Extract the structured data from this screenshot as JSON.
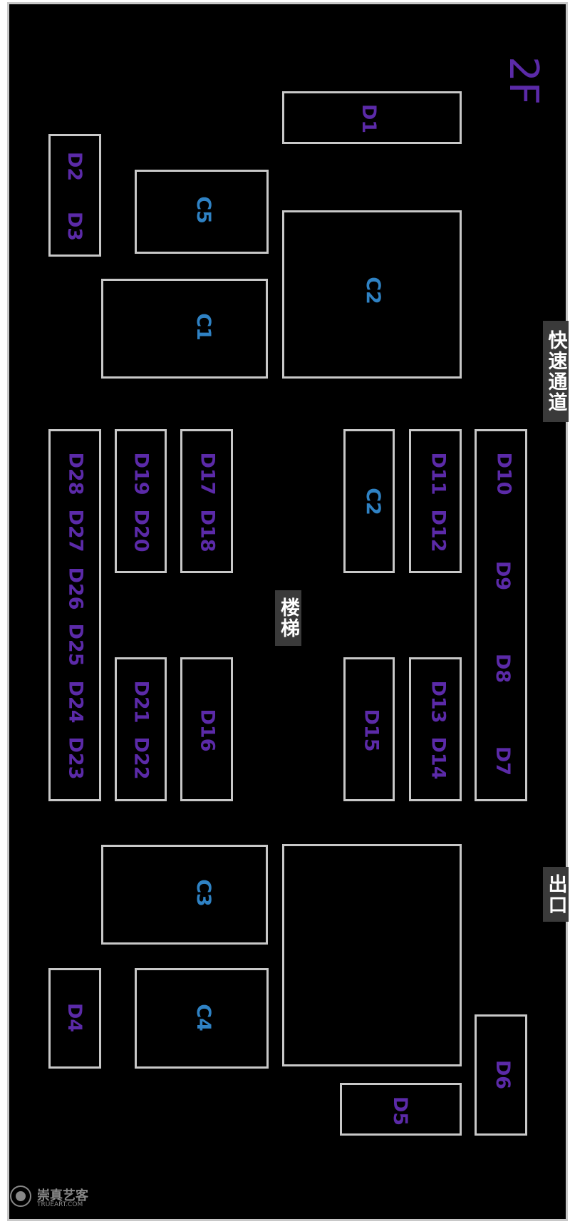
{
  "floor": "2F",
  "booths": {
    "d1": "D1",
    "d2": "D2",
    "d3": "D3",
    "d4": "D4",
    "d5": "D5",
    "d6": "D6",
    "d7": "D7",
    "d8": "D8",
    "d9": "D9",
    "d10": "D10",
    "d11": "D11",
    "d12": "D12",
    "d13": "D13",
    "d14": "D14",
    "d15": "D15",
    "d16": "D16",
    "d17": "D17",
    "d18": "D18",
    "d19": "D19",
    "d20": "D20",
    "d21": "D21",
    "d22": "D22",
    "d23": "D23",
    "d24": "D24",
    "d25": "D25",
    "d26": "D26",
    "d27": "D27",
    "d28": "D28"
  },
  "halls": {
    "c1": "C1",
    "c2a": "C2",
    "c2b": "C2",
    "c3": "C3",
    "c4": "C4",
    "c5": "C5"
  },
  "signs": {
    "fast_lane": "快速通道",
    "stairs": "楼梯",
    "exit": "出口"
  },
  "watermark": {
    "brand": "崇真艺客",
    "site": "TRUEART.COM"
  },
  "colors": {
    "background": "#000000",
    "booth_text": "#5b2aa8",
    "hall_text": "#2f82c4",
    "border": "#c8c8c8"
  }
}
